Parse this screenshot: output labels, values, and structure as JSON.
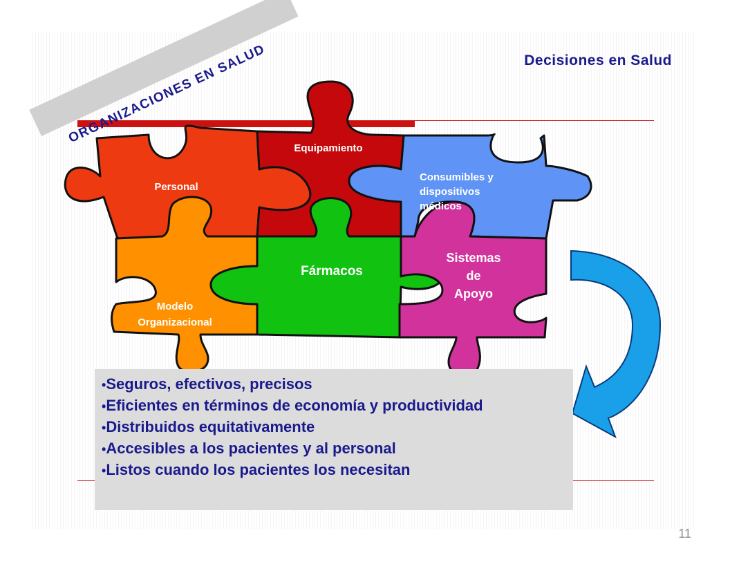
{
  "slide": {
    "title": "Decisiones en Salud",
    "banner": "ORGANIZACIONES EN SALUD",
    "page_number": "11"
  },
  "pieces": [
    {
      "name": "Personal",
      "color": "#ee3a10"
    },
    {
      "name": "Equipamiento",
      "color": "#c4080c"
    },
    {
      "name": "Consumibles y dispositivos médicos",
      "lines": [
        "Consumibles y",
        "dispositivos",
        "médicos"
      ],
      "color": "#5f93f5"
    },
    {
      "name": "Modelo Organizacional",
      "lines": [
        "Modelo",
        "Organizacional"
      ],
      "color": "#ff9100"
    },
    {
      "name": "Fármacos",
      "color": "#11c211"
    },
    {
      "name": "Sistemas de Apoyo",
      "lines": [
        "Sistemas",
        "de",
        "Apoyo"
      ],
      "color": "#d2329c"
    }
  ],
  "bullets": [
    "Seguros, efectivos, precisos",
    "Eficientes en términos de economía y productividad",
    "Distribuidos equitativamente",
    "Accesibles a los pacientes y al personal",
    "Listos cuando los pacientes los necesitan"
  ],
  "colors": {
    "title_text": "#1a1a8c",
    "accent_red": "#cc1111",
    "arrow_blue": "#1aa0e8",
    "box_bg": "#dcdcdc"
  }
}
